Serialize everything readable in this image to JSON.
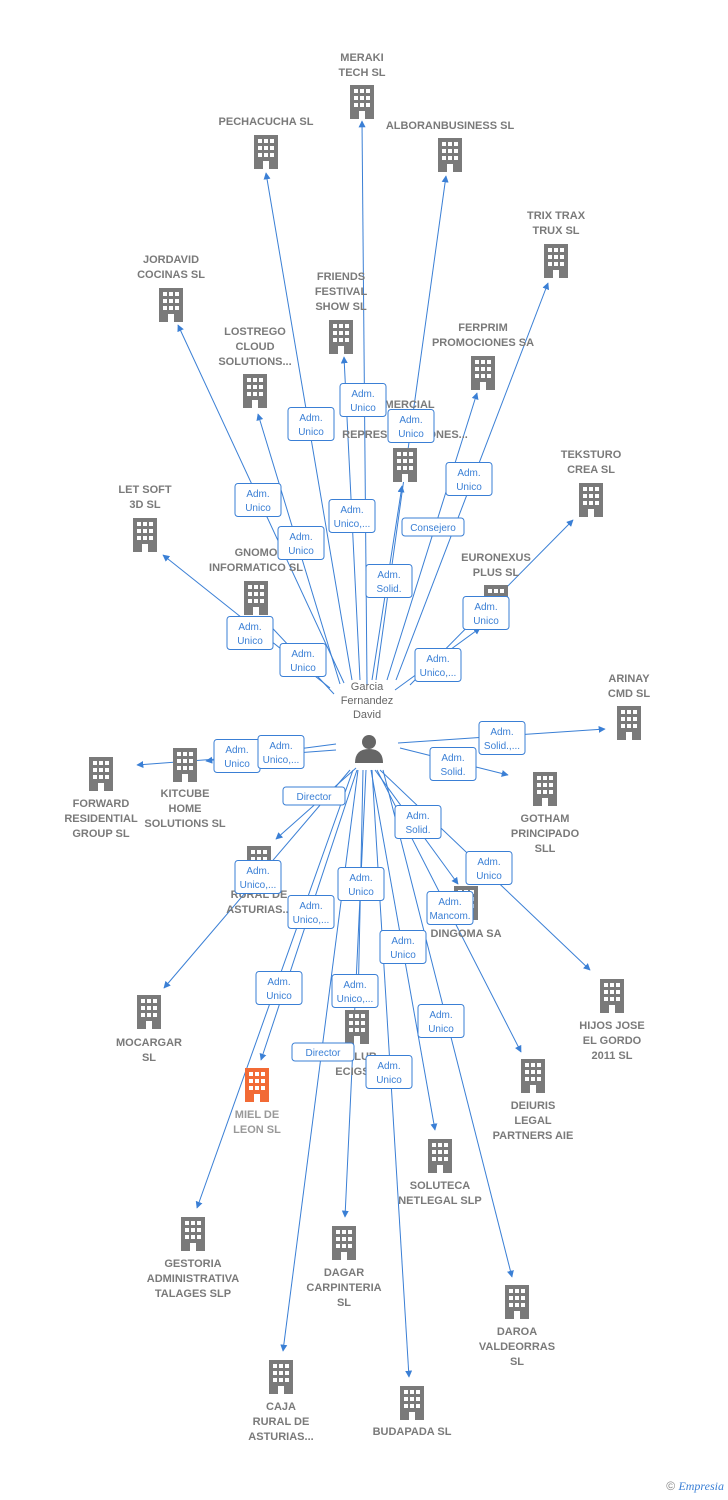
{
  "colors": {
    "edge": "#3a7fd5",
    "building": "#7a7a7a",
    "highlight": "#f26a35",
    "label": "#7a7a7a"
  },
  "center": {
    "lines": [
      "Garcia",
      "Fernandez",
      "David"
    ],
    "icon": "person-icon"
  },
  "companies": [
    {
      "id": "meraki",
      "lines": [
        "MERAKI",
        "TECH  SL"
      ]
    },
    {
      "id": "pechacucha",
      "lines": [
        "PECHACUCHA SL"
      ]
    },
    {
      "id": "alboran",
      "lines": [
        "ALBORANBUSINESS SL"
      ]
    },
    {
      "id": "trix",
      "lines": [
        "TRIX TRAX",
        "TRUX  SL"
      ]
    },
    {
      "id": "jordavid",
      "lines": [
        "JORDAVID",
        "COCINAS  SL"
      ]
    },
    {
      "id": "friends",
      "lines": [
        "FRIENDS",
        "FESTIVAL",
        "SHOW  SL"
      ]
    },
    {
      "id": "lostrego",
      "lines": [
        "LOSTREGO",
        "CLOUD",
        "SOLUTIONS..."
      ]
    },
    {
      "id": "ferprim",
      "lines": [
        "FERPRIM",
        "PROMOCIONES SA"
      ]
    },
    {
      "id": "comercial",
      "lines": [
        "...MERCIAL",
        "D...",
        "REPRESENTACIONES..."
      ]
    },
    {
      "id": "teksturo",
      "lines": [
        "TEKSTURO",
        "CREA  SL"
      ]
    },
    {
      "id": "letsoft",
      "lines": [
        "LET SOFT",
        "3D  SL"
      ]
    },
    {
      "id": "gnomo",
      "lines": [
        "GNOMO",
        "INFORMATICO SL"
      ]
    },
    {
      "id": "euronexus",
      "lines": [
        "EURONEXUS",
        "PLUS  SL"
      ]
    },
    {
      "id": "arinay",
      "lines": [
        "ARINAY",
        "CMD  SL"
      ]
    },
    {
      "id": "forward",
      "lines": [
        "FORWARD",
        "RESIDENTIAL",
        "GROUP  SL"
      ]
    },
    {
      "id": "kitcube",
      "lines": [
        "KITCUBE",
        "HOME",
        "SOLUTIONS SL"
      ]
    },
    {
      "id": "gotham",
      "lines": [
        "GOTHAM",
        "PRINCIPADO",
        "SLL"
      ]
    },
    {
      "id": "caja1",
      "lines": [
        "CAJA",
        "RURAL DE",
        "ASTURIAS..."
      ]
    },
    {
      "id": "dingoma",
      "lines": [
        "DINGOMA SA"
      ]
    },
    {
      "id": "mocargar",
      "lines": [
        "MOCARGAR",
        "SL"
      ]
    },
    {
      "id": "hijos",
      "lines": [
        "HIJOS JOSE",
        "EL GORDO",
        "2011 SL"
      ]
    },
    {
      "id": "ecigs",
      "lines": [
        "...CLUB",
        "ECIGS..."
      ]
    },
    {
      "id": "miel",
      "lines": [
        "MIEL DE",
        "LEON  SL"
      ],
      "highlight": true
    },
    {
      "id": "deiuris",
      "lines": [
        "DEIURIS",
        "LEGAL",
        "PARTNERS AIE"
      ]
    },
    {
      "id": "soluteca",
      "lines": [
        "SOLUTECA",
        "NETLEGAL SLP"
      ]
    },
    {
      "id": "gestoria",
      "lines": [
        "GESTORIA",
        "ADMINISTRATIVA",
        "TALAGES  SLP"
      ]
    },
    {
      "id": "dagar",
      "lines": [
        "DAGAR",
        "CARPINTERIA",
        "SL"
      ]
    },
    {
      "id": "daroa",
      "lines": [
        "DAROA",
        "VALDEORRAS",
        "SL"
      ]
    },
    {
      "id": "caja2",
      "lines": [
        "CAJA",
        "RURAL DE",
        "ASTURIAS..."
      ]
    },
    {
      "id": "budapada",
      "lines": [
        "BUDAPADA SL"
      ]
    }
  ],
  "edges": [
    {
      "to": "meraki",
      "label": [
        "Adm.",
        "Unico"
      ]
    },
    {
      "to": "pechacucha",
      "label": [
        "Adm.",
        "Unico"
      ]
    },
    {
      "to": "alboran",
      "label": [
        "Adm.",
        "Unico,..."
      ]
    },
    {
      "to": "trix",
      "label": [
        "Adm.",
        "Unico"
      ]
    },
    {
      "to": "jordavid",
      "label": [
        "Adm.",
        "Unico"
      ]
    },
    {
      "to": "friends",
      "label": [
        "Adm.",
        "Unico"
      ]
    },
    {
      "to": "lostrego",
      "label": [
        "Adm.",
        "Unico"
      ]
    },
    {
      "to": "ferprim",
      "label": [
        "Consejero"
      ]
    },
    {
      "to": "comercial",
      "label": [
        "Adm.",
        "Solid."
      ]
    },
    {
      "to": "teksturo",
      "label": [
        "Adm.",
        "Unico"
      ]
    },
    {
      "to": "letsoft",
      "label": [
        "Adm.",
        "Unico"
      ]
    },
    {
      "to": "gnomo",
      "label": [
        "Adm.",
        "Unico"
      ]
    },
    {
      "to": "euronexus",
      "label": [
        "Adm.",
        "Unico,..."
      ]
    },
    {
      "to": "arinay",
      "label": [
        "Adm.",
        "Solid.,..."
      ]
    },
    {
      "to": "forward",
      "label": [
        "Adm.",
        "Unico"
      ]
    },
    {
      "to": "kitcube",
      "label": [
        "Adm.",
        "Unico,..."
      ]
    },
    {
      "to": "gotham",
      "label": [
        "Adm.",
        "Solid."
      ]
    },
    {
      "to": "caja1",
      "label": [
        "Director"
      ]
    },
    {
      "to": "dingoma",
      "label": [
        "Adm.",
        "Solid."
      ]
    },
    {
      "to": "mocargar",
      "label": [
        "Adm.",
        "Unico,..."
      ]
    },
    {
      "to": "hijos",
      "label": [
        "Adm.",
        "Unico"
      ]
    },
    {
      "to": "ecigs",
      "label": [
        "Adm.",
        "Unico"
      ]
    },
    {
      "to": "miel",
      "label": [
        "Adm.",
        "Unico,..."
      ]
    },
    {
      "to": "deiuris",
      "label": [
        "Adm.",
        "Mancom."
      ]
    },
    {
      "to": "soluteca",
      "label": [
        "Adm.",
        "Unico"
      ]
    },
    {
      "to": "gestoria",
      "label": [
        "Adm.",
        "Unico"
      ]
    },
    {
      "to": "dagar",
      "label": [
        "Adm.",
        "Unico,..."
      ]
    },
    {
      "to": "daroa",
      "label": [
        "Adm.",
        "Unico"
      ]
    },
    {
      "to": "caja2",
      "label": [
        "Director"
      ]
    },
    {
      "to": "budapada",
      "label": [
        "Adm.",
        "Unico"
      ]
    }
  ],
  "footer": {
    "copyright": "©",
    "brand": "Empresia"
  }
}
